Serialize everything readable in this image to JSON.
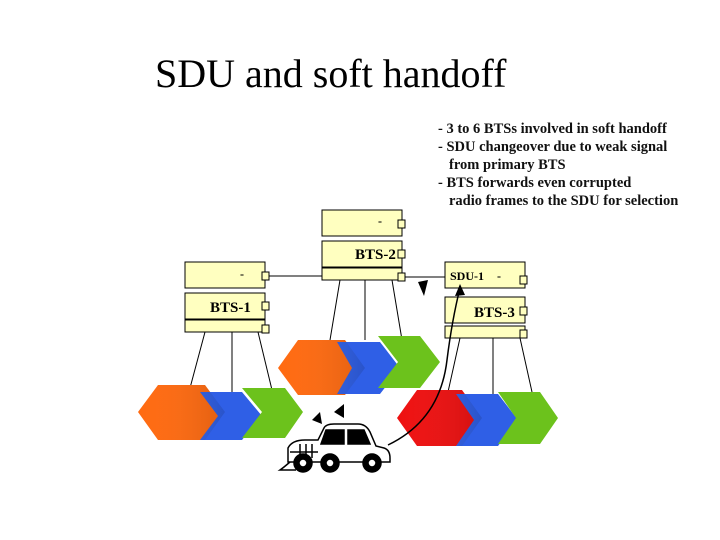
{
  "title": "SDU and soft handoff",
  "notes": [
    {
      "text": "- 3 to 6 BTSs involved in soft handoff",
      "indent": false
    },
    {
      "text": "- SDU changeover due to weak signal",
      "indent": false
    },
    {
      "text": "from primary BTS",
      "indent": true
    },
    {
      "text": "- BTS forwards even corrupted",
      "indent": false
    },
    {
      "text": "radio frames to the SDU for selection",
      "indent": true
    }
  ],
  "stations": {
    "bts1": {
      "top_mark": "-",
      "label": "BTS-1"
    },
    "bts2": {
      "top_mark": "-",
      "label": "BTS-2"
    },
    "bts3": {
      "sdu_label": "SDU-1",
      "top_mark": "-",
      "label": "BTS-3"
    }
  },
  "colors": {
    "cabinet": "#ffffc0",
    "orange": "#ff6a10",
    "blue": "#2f5fe6",
    "green": "#6cc21c",
    "red": "#ee1010",
    "connector": "#ffffc0"
  }
}
